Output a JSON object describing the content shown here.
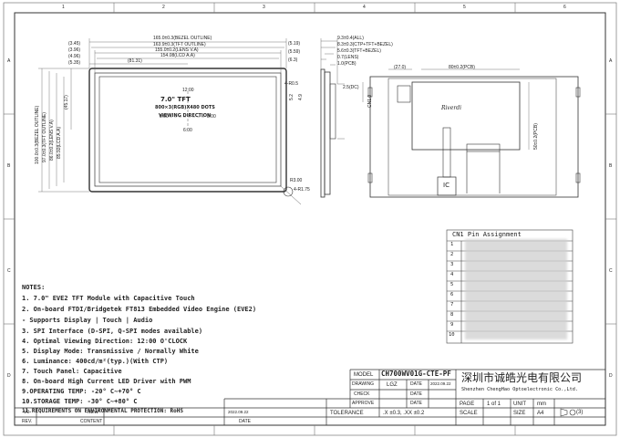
{
  "frame": {
    "top_numbers": [
      "1",
      "2",
      "3",
      "4",
      "5",
      "6"
    ],
    "side_letters": [
      "A",
      "B",
      "C",
      "D"
    ]
  },
  "front_view": {
    "dims_top": [
      "165.0±0.3(BEZEL OUTLINE)",
      "163.9±0.3(TFT OUTLINE)",
      "155.0±0.2(LENS V.A)",
      "154.08(LCD A.A)",
      "(81.31)"
    ],
    "dims_left": [
      "(3.45)",
      "(3.96)",
      "(4.96)",
      "(5.35)",
      "100.0±0.3(BEZEL OUTLINE)",
      "97.0±0.3(TFT OUTLINE)",
      "86.0±0.2(LENS V.A)",
      "85.92(LCD A.A)",
      "(45.17)"
    ],
    "dims_right": [
      "(5.19)",
      "(5.59)",
      "(6.3)"
    ],
    "panel_text": [
      "7.0\" TFT",
      "800×3(RGB)X480 DOTS",
      "VIEWING DIRECTION"
    ],
    "view_labels": [
      "12:00",
      "6:00",
      "3:00",
      "9:00"
    ],
    "corner_labels": [
      "4-R0.5",
      "R3.00",
      "4-R1.75"
    ],
    "small_dims": [
      "5.2",
      "4.9"
    ]
  },
  "side_view": {
    "dims": [
      "9.3±0.4(ALL)",
      "8.3±0.3(CTP+TFT+BEZEL)",
      "5.6±0.3(TFT+BEZEL)",
      "0.7(LENS)",
      "1.0(PCB)"
    ]
  },
  "back_view": {
    "dims": [
      "(27.0)",
      "80±0.2(PCB)",
      "2.5(DC)",
      "CN1.0",
      "50±0.2(PCB)"
    ],
    "ic_label": "IC",
    "logo": "Riverdi"
  },
  "pin_table": {
    "title": "CN1 Pin Assignment",
    "rows": [
      "1",
      "2",
      "3",
      "4",
      "5",
      "6",
      "7",
      "8",
      "9",
      "10"
    ]
  },
  "notes": {
    "heading": "NOTES:",
    "items": [
      "1. 7.0\" EVE2 TFT Module with Capacitive Touch",
      "2. On-board FTDI/Bridgetek FT813 Embedded Video Engine (EVE2)",
      "   - Supports Display | Touch | Audio",
      "3. SPI Interface (D-SPI, Q-SPI modes available)",
      "4. Optimal Viewing Direction: 12:00 O'CLOCK",
      "5. Display Mode: Transmissive / Normally White",
      "6. Luminance: 400cd/m²(typ.)(With CTP)",
      "7. Touch Panel: Capacitive",
      "8. On-board High Current LED Driver with PWM",
      "9.OPERATING TEMP: -20° C~+70° C",
      "10.STORAGE TEMP: -30° C~+80° C",
      "11.REQUIREMENTS ON ENVIRONMENTAL PROTECTION: RoHS"
    ]
  },
  "title_block": {
    "model_label": "MODEL",
    "model_value": "CH700WV01G-CTE-PF",
    "drawing_label": "DRAWING",
    "drawing_value": "LGZ",
    "date_label": "DATE",
    "date_value": "2022.09.22",
    "check_label": "CHECK",
    "approve_label": "APPROVE",
    "company_cn": "深圳市诚皓光电有限公司",
    "company_en": "Shenzhen ChengHao Optoelectronic Co.,Ltd.",
    "page_label": "PAGE",
    "page_value": "1 of 1",
    "unit_label": "UNIT",
    "unit_value": "mm",
    "size_label": "SIZE",
    "size_value": "A4",
    "scale_label": "SCALE",
    "tolerance_label": "TOLERANCE",
    "tolerance_value": ".X ±0.3, .XX ±0.2",
    "projection": "(3)",
    "rev": {
      "v0": "V0",
      "rev": "REV.",
      "new": "NEW",
      "content": "CONTENT",
      "date": "2022.09.22",
      "date_h": "DATE"
    }
  }
}
